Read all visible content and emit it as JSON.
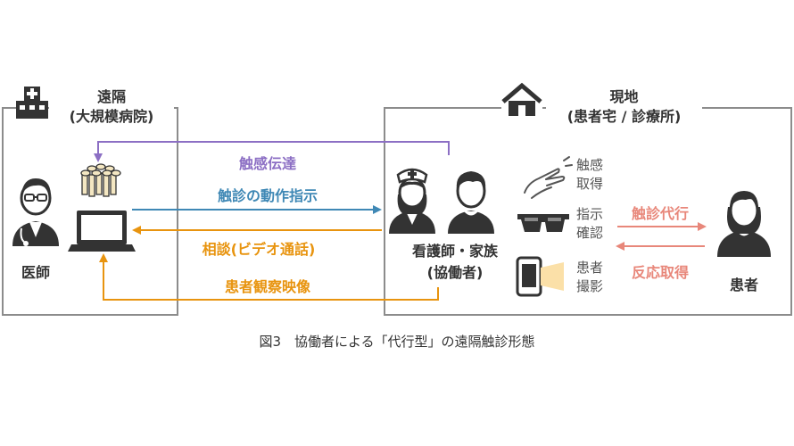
{
  "left_site": {
    "title": "遠隔",
    "subtitle": "(大規模病院)"
  },
  "right_site": {
    "title": "現地",
    "subtitle": "(患者宅 / 診療所)"
  },
  "actors": {
    "doctor": "医師",
    "nurse_family": "看護師・家族",
    "collaborator": "(協働者)",
    "patient": "患者"
  },
  "arrows": {
    "haptic_transmission": "触感伝達",
    "exam_motion_instruction": "触診の動作指示",
    "consultation": "相談(ビデオ通話)",
    "patient_observation_video": "患者観察映像",
    "proxy_palpation": "触診代行",
    "response_acquisition": "反応取得"
  },
  "devices": {
    "haptic": [
      "触感",
      "取得"
    ],
    "instruction": [
      "指示",
      "確認"
    ],
    "filming": [
      "患者",
      "撮影"
    ]
  },
  "caption": "図3　協働者による「代行型」の遠隔触診形態",
  "colors": {
    "purple": "#8c6fc4",
    "blue": "#3f88b5",
    "orange": "#e8940f",
    "salmon": "#e8877a",
    "border": "#8c8c8c",
    "icon": "#333333"
  }
}
